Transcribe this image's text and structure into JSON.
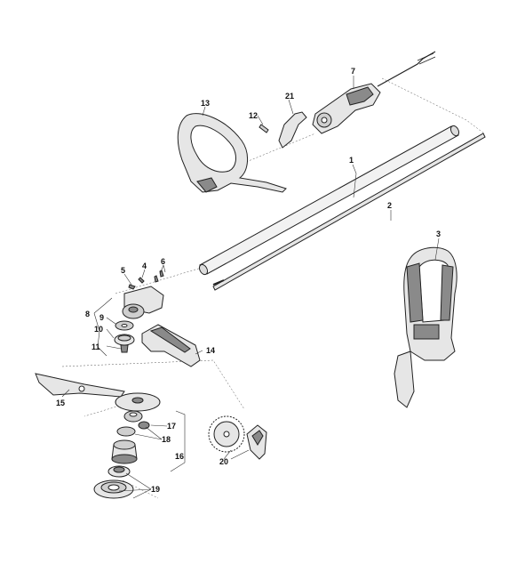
{
  "diagram": {
    "callouts": [
      {
        "id": "1",
        "text": "1"
      },
      {
        "id": "2",
        "text": "2"
      },
      {
        "id": "3",
        "text": "3"
      },
      {
        "id": "4",
        "text": "4"
      },
      {
        "id": "5",
        "text": "5"
      },
      {
        "id": "6",
        "text": "6"
      },
      {
        "id": "7",
        "text": "7"
      },
      {
        "id": "8",
        "text": "8"
      },
      {
        "id": "9",
        "text": "9"
      },
      {
        "id": "10",
        "text": "10"
      },
      {
        "id": "11",
        "text": "11"
      },
      {
        "id": "12",
        "text": "12"
      },
      {
        "id": "13",
        "text": "13"
      },
      {
        "id": "14",
        "text": "14"
      },
      {
        "id": "15",
        "text": "15"
      },
      {
        "id": "16",
        "text": "16"
      },
      {
        "id": "17",
        "text": "17"
      },
      {
        "id": "18",
        "text": "18"
      },
      {
        "id": "19",
        "text": "19"
      },
      {
        "id": "20",
        "text": "20"
      },
      {
        "id": "21",
        "text": "21"
      }
    ],
    "colors": {
      "part_fill": "#e6e6e6",
      "part_dark": "#8a8a8a",
      "line": "#222222",
      "background": "#ffffff"
    }
  }
}
